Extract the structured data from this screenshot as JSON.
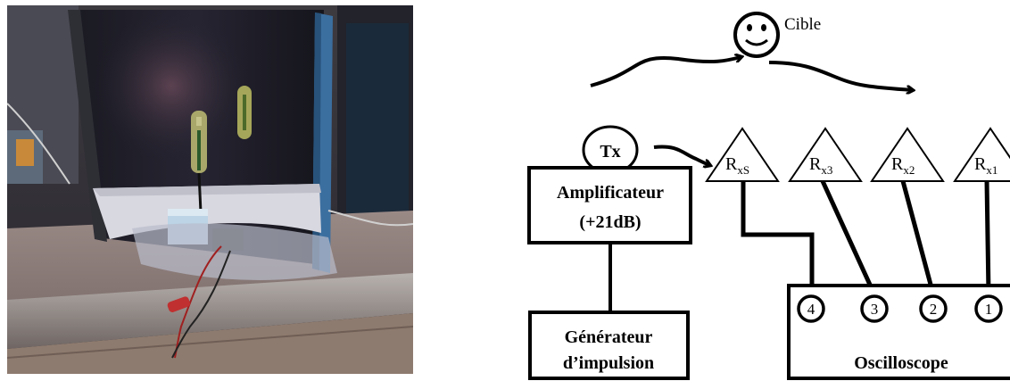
{
  "photo": {
    "description_icon": "experimental-setup-photo"
  },
  "diagram": {
    "target": {
      "label": "Cible",
      "icon": "smiley-face-icon"
    },
    "transmitter": {
      "label": "Tx"
    },
    "amplifier": {
      "line1": "Amplificateur",
      "line2": "(+21dB)"
    },
    "generator": {
      "line1": "Générateur",
      "line2": "d’impulsion"
    },
    "receivers": [
      {
        "main": "R",
        "sub": "xS"
      },
      {
        "main": "R",
        "sub": "x3"
      },
      {
        "main": "R",
        "sub": "x2"
      },
      {
        "main": "R",
        "sub": "x1"
      }
    ],
    "oscilloscope": {
      "label": "Oscilloscope",
      "channels": [
        "4",
        "3",
        "2",
        "1"
      ]
    }
  }
}
